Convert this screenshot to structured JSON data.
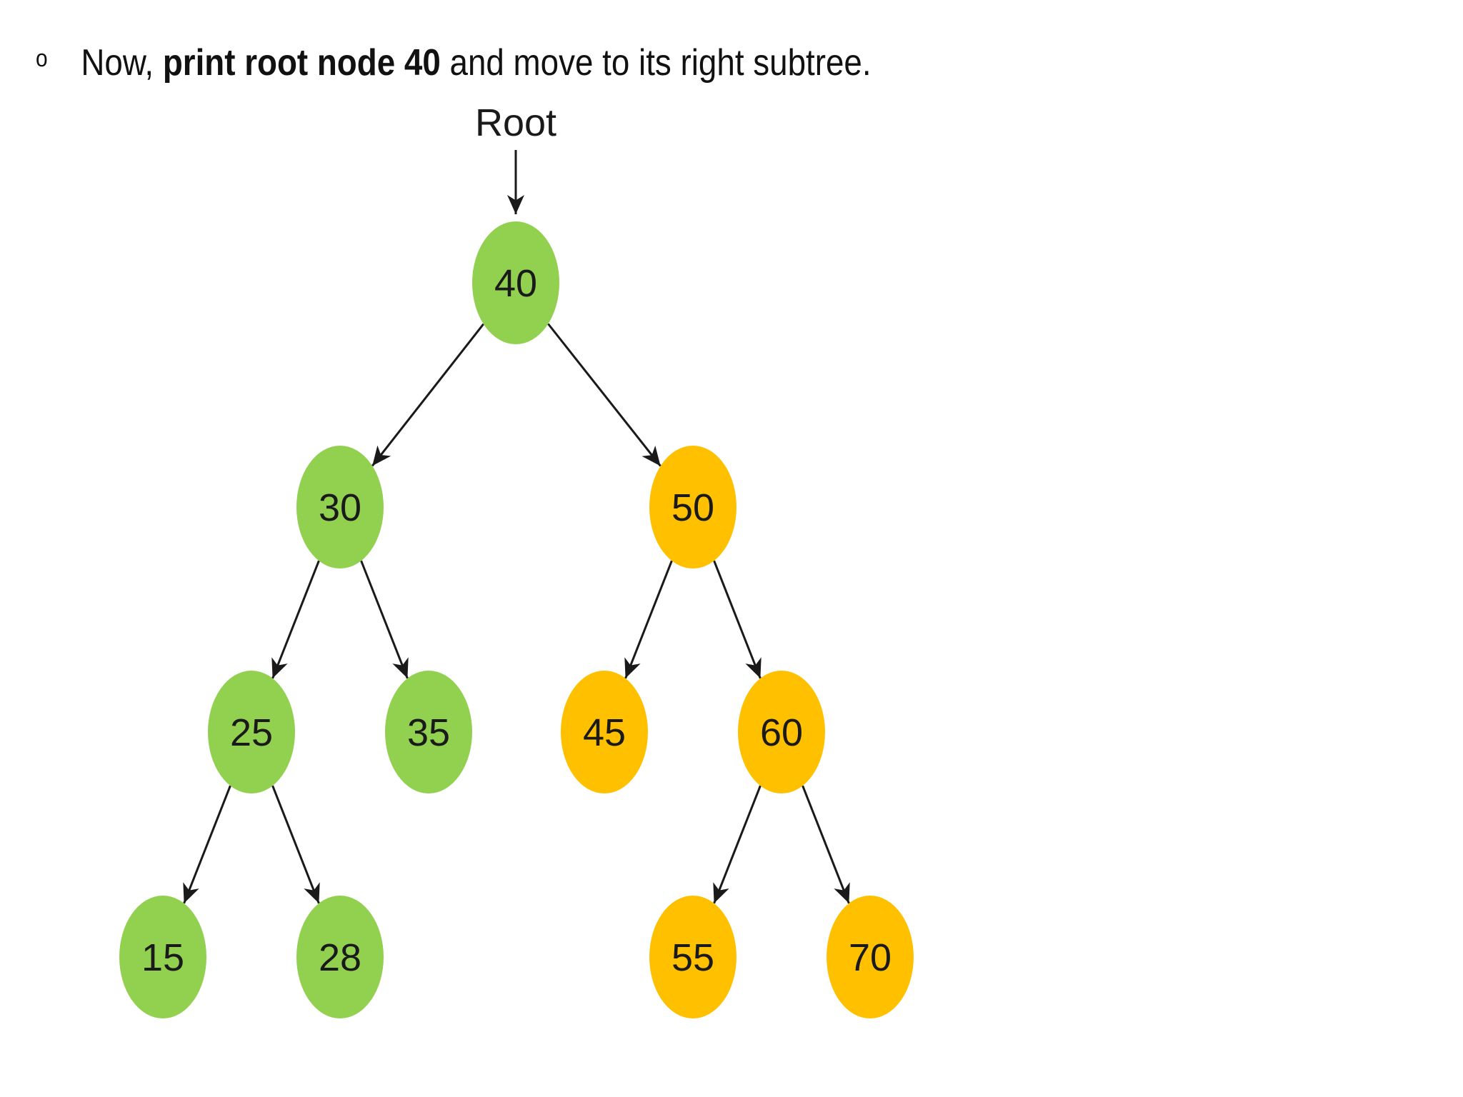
{
  "instruction": {
    "bullet": "o",
    "prefix": "Now, ",
    "bold": "print root node 40",
    "suffix": " and move to its right subtree."
  },
  "diagram": {
    "root_pointer_label": "Root",
    "colors": {
      "visited": "#92d050",
      "pending": "#ffc000",
      "edge": "#1a1a1a"
    },
    "nodes": [
      {
        "id": "n40",
        "label": "40",
        "state": "visited"
      },
      {
        "id": "n30",
        "label": "30",
        "state": "visited"
      },
      {
        "id": "n50",
        "label": "50",
        "state": "pending"
      },
      {
        "id": "n25",
        "label": "25",
        "state": "visited"
      },
      {
        "id": "n35",
        "label": "35",
        "state": "visited"
      },
      {
        "id": "n45",
        "label": "45",
        "state": "pending"
      },
      {
        "id": "n60",
        "label": "60",
        "state": "pending"
      },
      {
        "id": "n15",
        "label": "15",
        "state": "visited"
      },
      {
        "id": "n28",
        "label": "28",
        "state": "visited"
      },
      {
        "id": "n55",
        "label": "55",
        "state": "pending"
      },
      {
        "id": "n70",
        "label": "70",
        "state": "pending"
      }
    ],
    "edges": [
      {
        "from": "n40",
        "to": "n30"
      },
      {
        "from": "n40",
        "to": "n50"
      },
      {
        "from": "n30",
        "to": "n25"
      },
      {
        "from": "n30",
        "to": "n35"
      },
      {
        "from": "n50",
        "to": "n45"
      },
      {
        "from": "n50",
        "to": "n60"
      },
      {
        "from": "n25",
        "to": "n15"
      },
      {
        "from": "n25",
        "to": "n28"
      },
      {
        "from": "n60",
        "to": "n55"
      },
      {
        "from": "n60",
        "to": "n70"
      }
    ]
  }
}
